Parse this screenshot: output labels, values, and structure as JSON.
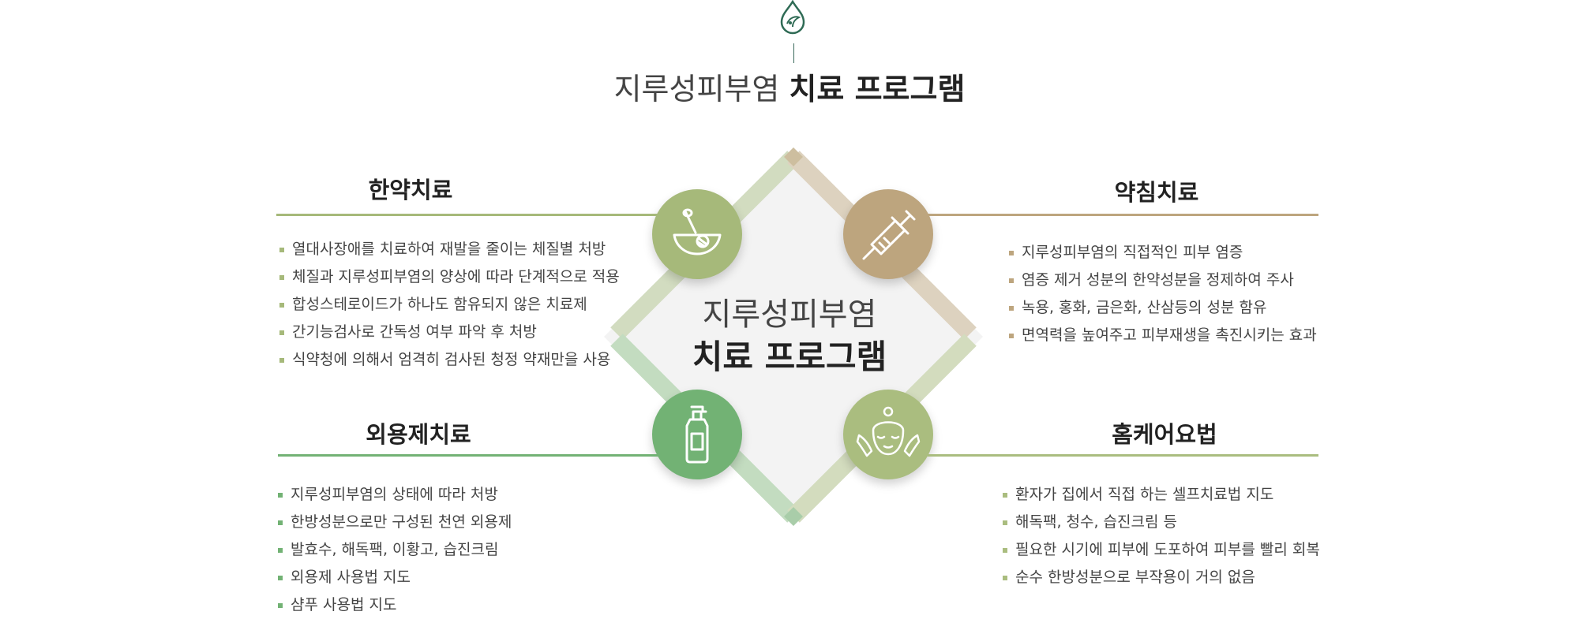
{
  "header": {
    "logo_icon": "drop-leaf-icon",
    "title_light": "지루성피부염",
    "title_bold": "치료 프로그램"
  },
  "center": {
    "line1": "지루성피부염",
    "line2": "치료 프로그램"
  },
  "colors": {
    "green_light": "#a6b97a",
    "tan": "#bda57e",
    "green_dark": "#72b274",
    "sage": "#aabd7f",
    "diamond_fill": "#f3f3f3"
  },
  "sections": {
    "herbal": {
      "title": "한약치료",
      "icon": "mortar-pestle-icon",
      "items": [
        "열대사장애를 치료하여 재발을 줄이는 체질별 처방",
        "체질과 지루성피부염의 양상에 따라 단계적으로 적용",
        "합성스테로이드가 하나도 함유되지 않은 치료제",
        "간기능검사로 간독성 여부 파악 후 처방",
        "식약청에 의해서 엄격히 검사된 청정 약재만을 사용"
      ]
    },
    "acupuncture": {
      "title": "약침치료",
      "icon": "syringe-icon",
      "items": [
        "지루성피부염의 직접적인 피부 염증",
        "염증 제거 성분의 한약성분을 정제하여 주사",
        "녹용, 홍화, 금은화, 산삼등의 성분 함유",
        "면역력을 높여주고 피부재생을 촉진시키는 효과"
      ]
    },
    "topical": {
      "title": "외용제치료",
      "icon": "pump-bottle-icon",
      "items": [
        "지루성피부염의 상태에 따라 처방",
        "한방성분으로만 구성된 천연 외용제",
        "발효수, 해독팩, 이황고, 습진크림",
        "외용제 사용법 지도",
        "샴푸 사용법 지도"
      ]
    },
    "homecare": {
      "title": "홈케어요법",
      "icon": "face-care-icon",
      "items": [
        "환자가 집에서 직접 하는 셀프치료법 지도",
        "해독팩, 청수, 습진크림 등",
        "필요한 시기에 피부에 도포하여 피부를 빨리 회복",
        "순수 한방성분으로 부작용이 거의 없음"
      ]
    }
  }
}
